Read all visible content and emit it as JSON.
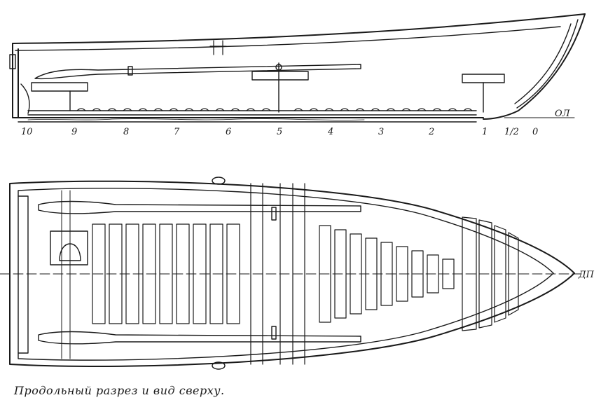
{
  "caption": "Продольный разрез и вид сверху.",
  "side_view": {
    "station_labels": [
      "10",
      "9",
      "8",
      "7",
      "6",
      "5",
      "4",
      "3",
      "2",
      "1",
      "1/2",
      "0"
    ],
    "waterline_label": "ОЛ"
  },
  "top_view": {
    "centerline_label": "ДП"
  }
}
